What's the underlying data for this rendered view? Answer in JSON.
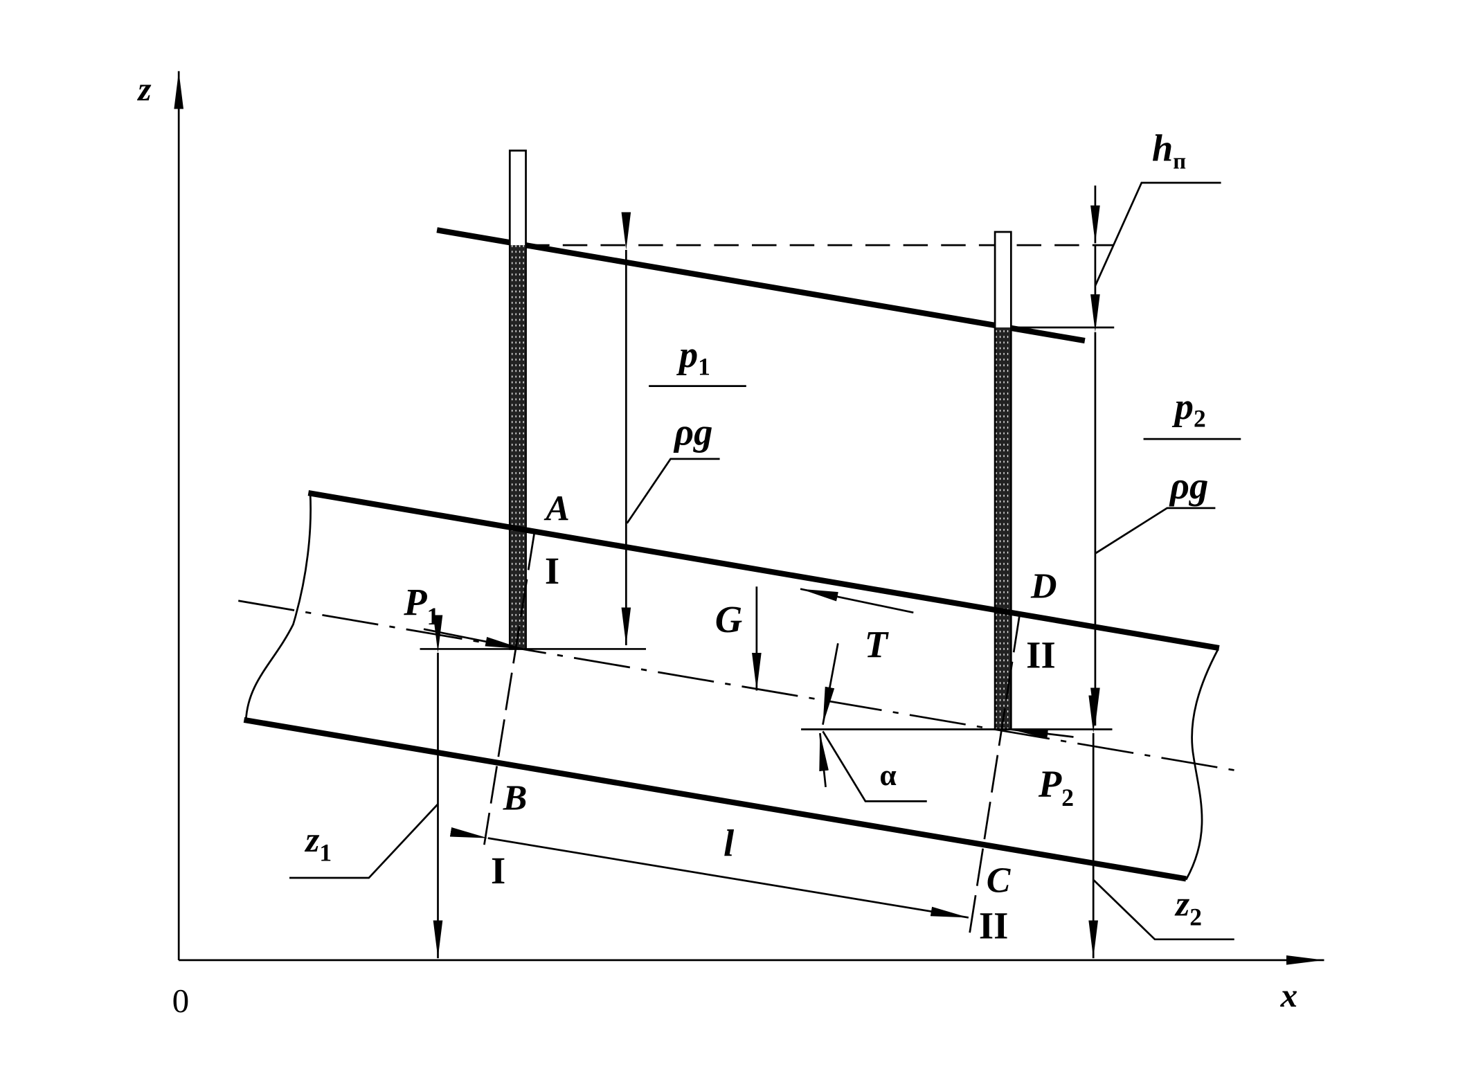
{
  "axes": {
    "z_label": "z",
    "x_label": "x",
    "origin_label": "0"
  },
  "labels": {
    "h_loss": {
      "main": "h",
      "sub": "п"
    },
    "p1_rho_g": {
      "num_main": "p",
      "num_sub": "1",
      "den": "ρg"
    },
    "p2_rho_g": {
      "num_main": "p",
      "num_sub": "2",
      "den": "ρg"
    },
    "point_A": "A",
    "point_B": "B",
    "point_C": "C",
    "point_D": "D",
    "section_1_top": "I",
    "section_1_bottom": "I",
    "section_2_top": "II",
    "section_2_bottom": "II",
    "force_P1": {
      "main": "P",
      "sub": "1"
    },
    "force_P2": {
      "main": "P",
      "sub": "2"
    },
    "gravity_G": "G",
    "friction_T": "T",
    "angle_alpha": "α",
    "length_l": "l",
    "z1": {
      "main": "z",
      "sub": "1"
    },
    "z2": {
      "main": "z",
      "sub": "2"
    }
  }
}
